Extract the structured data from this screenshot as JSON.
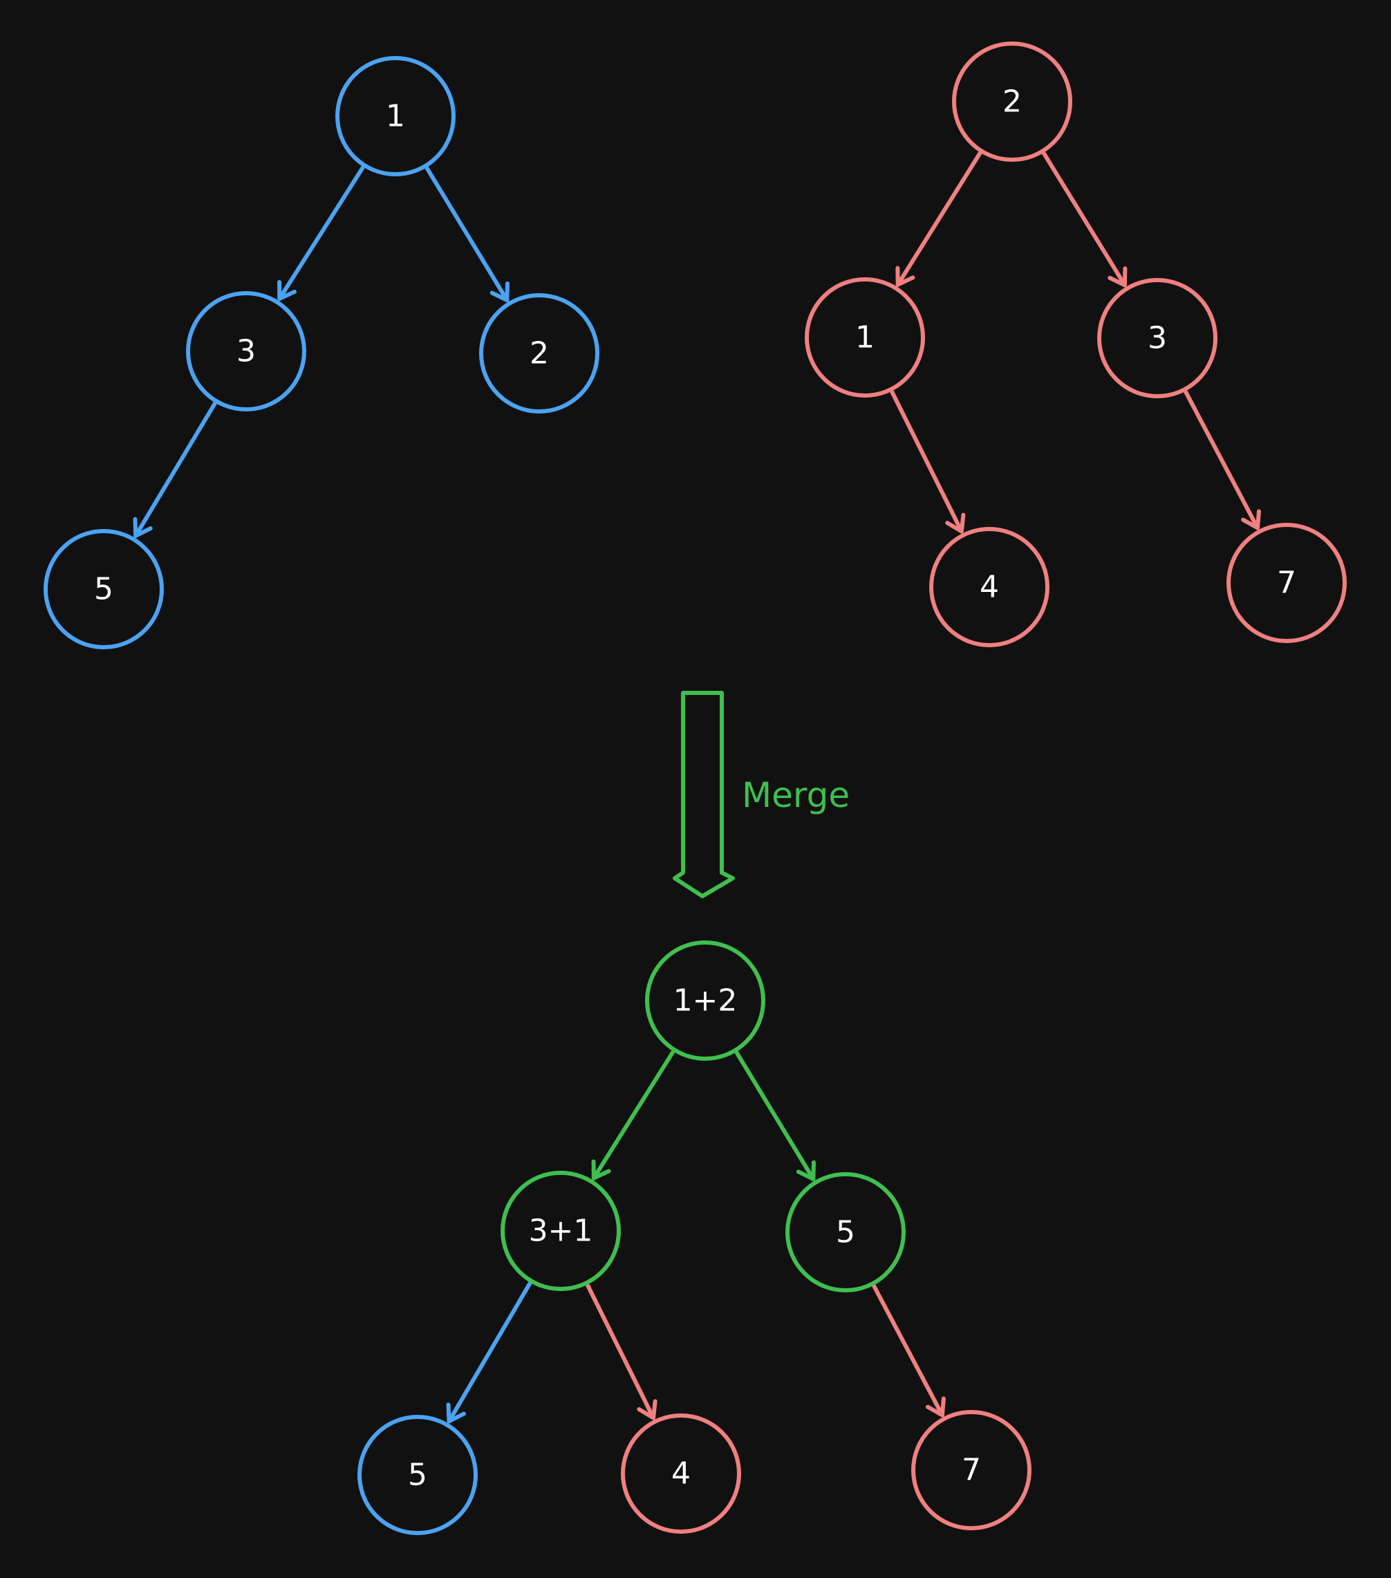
{
  "colors": {
    "background": "#111111",
    "tree_a": "#4ba3f2",
    "tree_b": "#f08080",
    "merged": "#3fbf4f",
    "label_text": "#ffffff"
  },
  "tree_a": {
    "nodes": [
      {
        "id": "a1",
        "label": "1"
      },
      {
        "id": "a3",
        "label": "3"
      },
      {
        "id": "a2",
        "label": "2"
      },
      {
        "id": "a5",
        "label": "5"
      }
    ],
    "edges": [
      {
        "from": "a1",
        "to": "a3"
      },
      {
        "from": "a1",
        "to": "a2"
      },
      {
        "from": "a3",
        "to": "a5"
      }
    ]
  },
  "tree_b": {
    "nodes": [
      {
        "id": "b2",
        "label": "2"
      },
      {
        "id": "b1",
        "label": "1"
      },
      {
        "id": "b3",
        "label": "3"
      },
      {
        "id": "b4",
        "label": "4"
      },
      {
        "id": "b7",
        "label": "7"
      }
    ],
    "edges": [
      {
        "from": "b2",
        "to": "b1"
      },
      {
        "from": "b2",
        "to": "b3"
      },
      {
        "from": "b1",
        "to": "b4"
      },
      {
        "from": "b3",
        "to": "b7"
      }
    ]
  },
  "merge": {
    "label": "Merge",
    "arrow_icon": "down-arrow-icon"
  },
  "merged_tree": {
    "nodes": [
      {
        "id": "m12",
        "label": "1+2",
        "color": "merged"
      },
      {
        "id": "m31",
        "label": "3+1",
        "color": "merged"
      },
      {
        "id": "m5r",
        "label": "5",
        "color": "merged"
      },
      {
        "id": "m5l",
        "label": "5",
        "color": "tree_a"
      },
      {
        "id": "m4",
        "label": "4",
        "color": "tree_b"
      },
      {
        "id": "m7",
        "label": "7",
        "color": "tree_b"
      }
    ],
    "edges": [
      {
        "from": "m12",
        "to": "m31",
        "color": "merged"
      },
      {
        "from": "m12",
        "to": "m5r",
        "color": "merged"
      },
      {
        "from": "m31",
        "to": "m5l",
        "color": "tree_a"
      },
      {
        "from": "m31",
        "to": "m4",
        "color": "tree_b"
      },
      {
        "from": "m5r",
        "to": "m7",
        "color": "tree_b"
      }
    ]
  }
}
